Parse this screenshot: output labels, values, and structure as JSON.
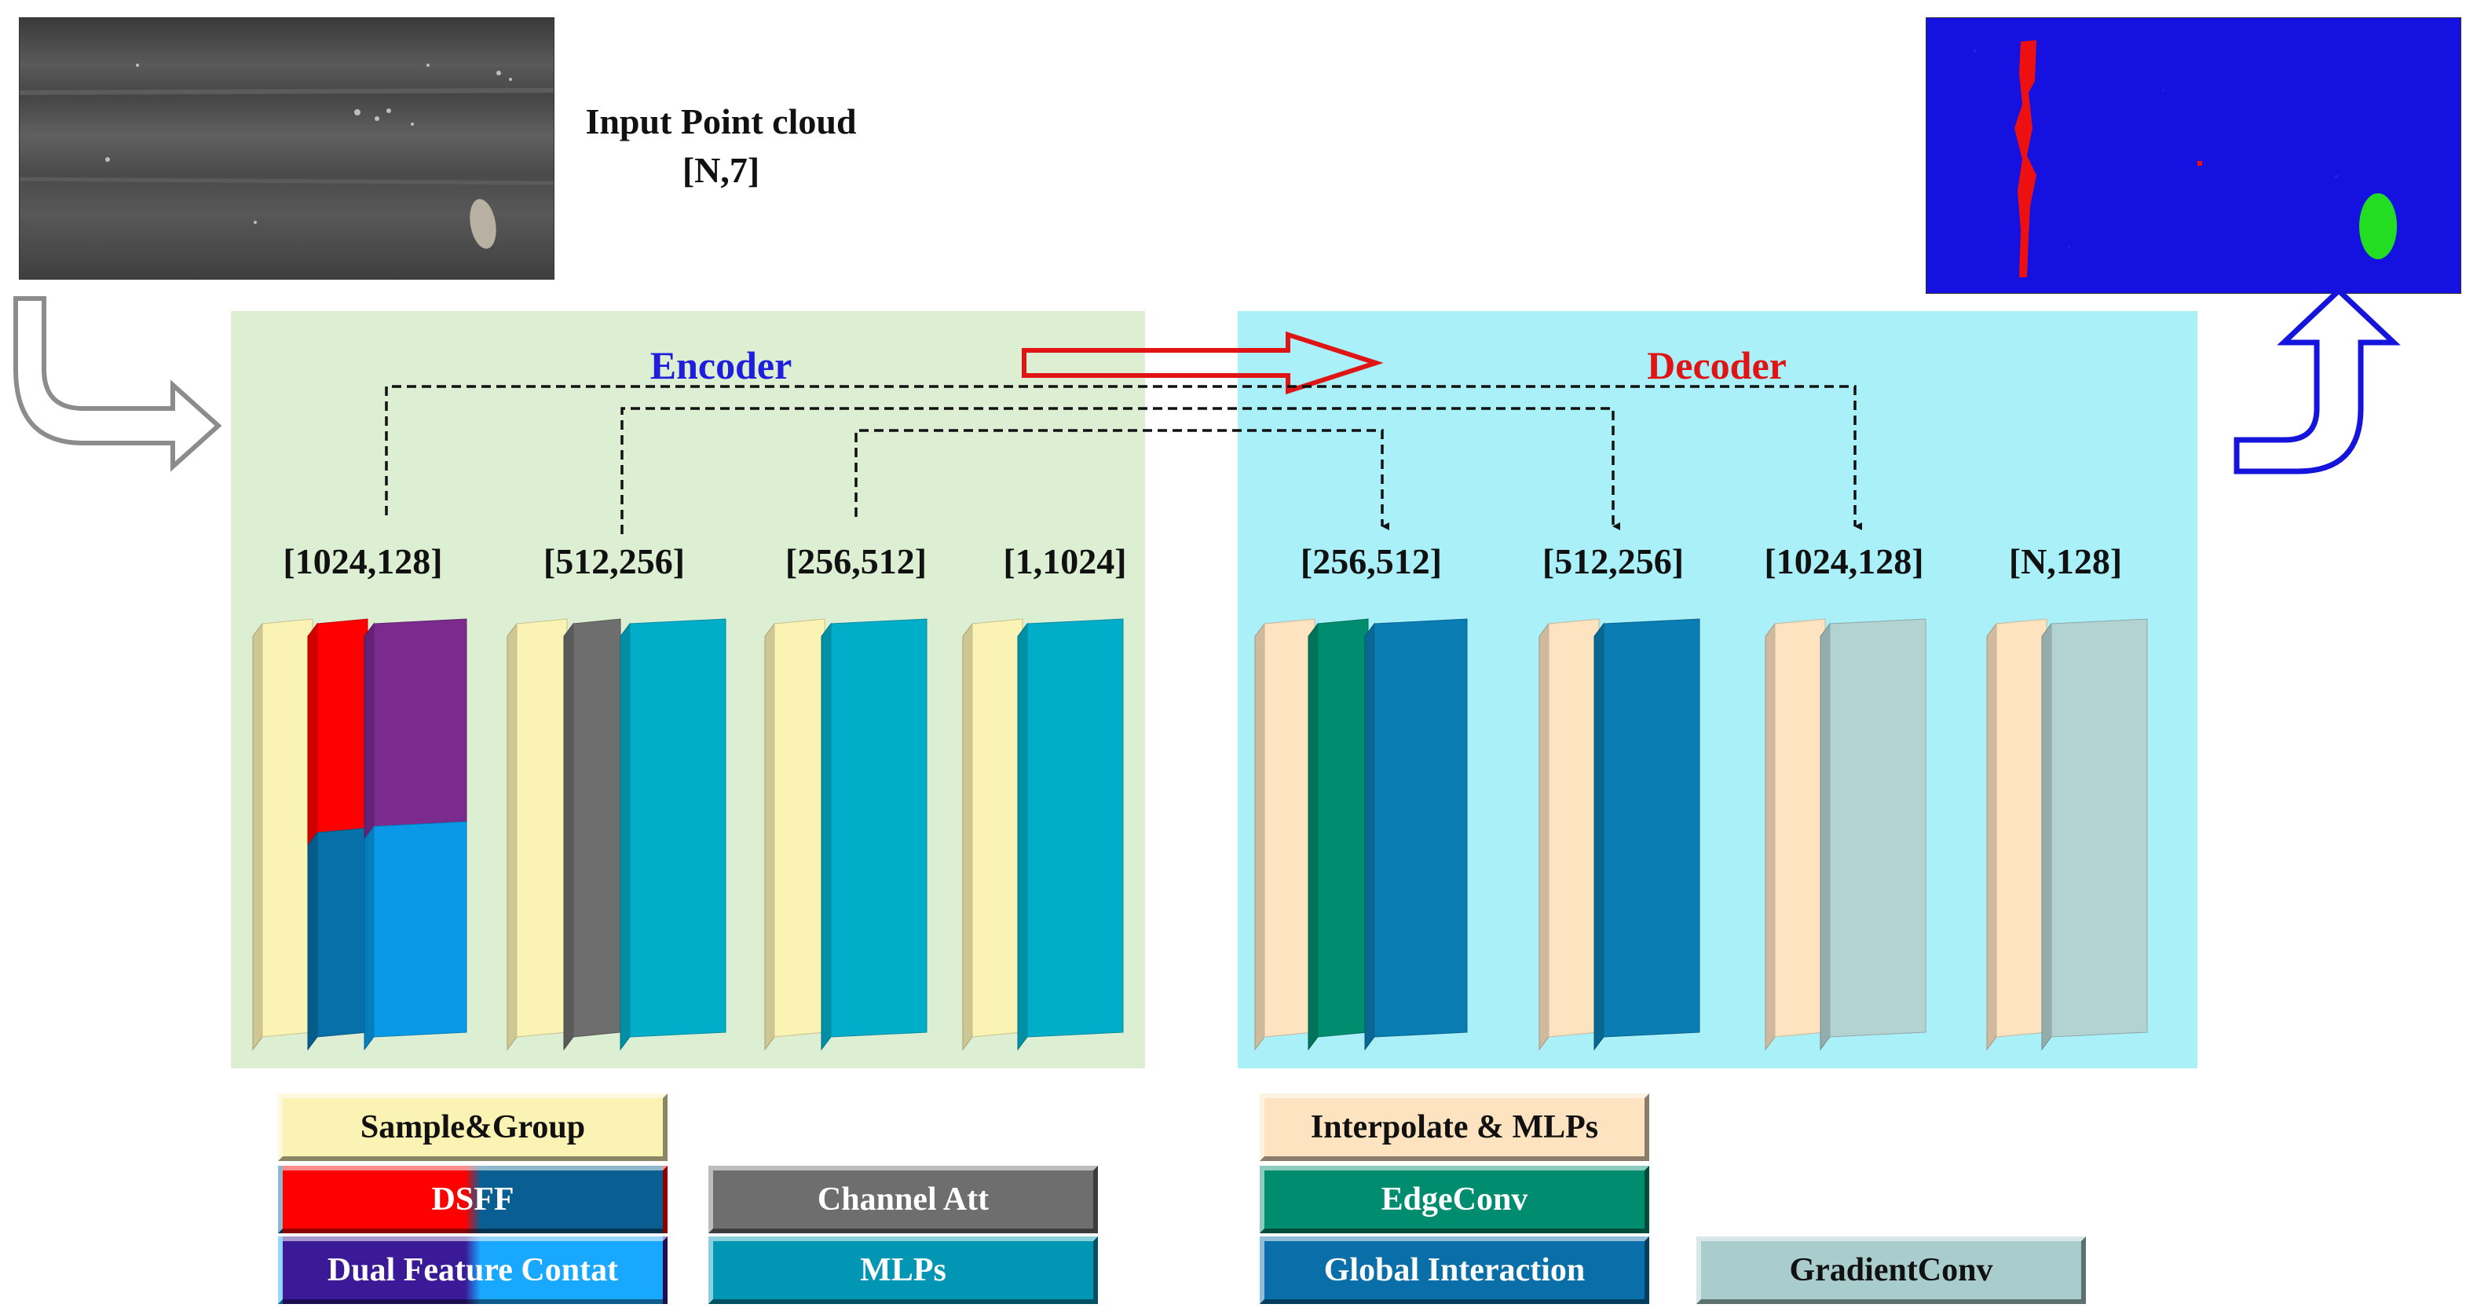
{
  "colors": {
    "encoder_bg": "#dcefd2",
    "decoder_bg": "#a9f0f8",
    "sample_group": "#fbf3b3",
    "dsff_red": "#ff0000",
    "dsff_blue": "#0770a8",
    "dual_purple": "#7b2a8e",
    "dual_blue": "#0a99e6",
    "channel_att": "#6e6e6e",
    "mlps": "#00aec9",
    "interpolate": "#fde3c0",
    "edgeconv": "#008c6e",
    "global_interaction": "#0a7db3",
    "gradientconv": "#b3d2d2",
    "encoder_title": "#1e1edc",
    "decoder_title": "#e01414"
  },
  "input": {
    "label_line1": "Input Point cloud",
    "label_line2": "[N,7]"
  },
  "encoder": {
    "title": "Encoder",
    "stages": [
      {
        "dims": "[1024,128]"
      },
      {
        "dims": "[512,256]"
      },
      {
        "dims": "[256,512]"
      },
      {
        "dims": "[1,1024]"
      }
    ]
  },
  "decoder": {
    "title": "Decoder",
    "stages": [
      {
        "dims": "[256,512]"
      },
      {
        "dims": "[512,256]"
      },
      {
        "dims": "[1024,128]"
      },
      {
        "dims": "[N,128]"
      }
    ]
  },
  "legend": {
    "sample_group": "Sample&Group",
    "dsff": "DSFF",
    "dual_feature": "Dual Feature Contat",
    "channel_att": "Channel Att",
    "mlps": "MLPs",
    "interpolate": "Interpolate  & MLPs",
    "edgeconv": "EdgeConv",
    "global_interaction": "Global Interaction",
    "gradientconv": "GradientConv"
  }
}
